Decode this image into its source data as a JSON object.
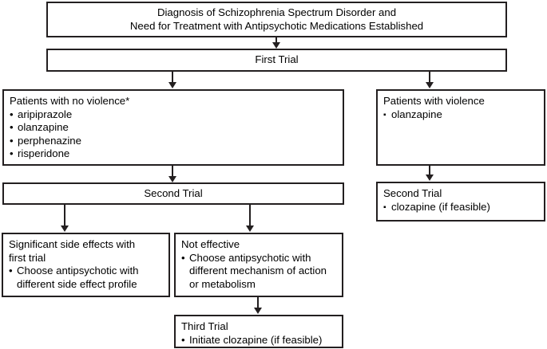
{
  "diagram": {
    "title": "Schizophrenia Spectrum Disorder antipsychotic treatment algorithm",
    "line_color": "#231f20",
    "background": "#ffffff",
    "nodes": {
      "diagnosis": {
        "line1": "Diagnosis of Schizophrenia Spectrum Disorder and",
        "line2": "Need for Treatment with Antipsychotic Medications Established"
      },
      "first_trial": {
        "label": "First Trial"
      },
      "no_violence": {
        "heading": "Patients with no violence*",
        "bullet": "•",
        "items": [
          "aripiprazole",
          "olanzapine",
          "perphenazine",
          "risperidone"
        ]
      },
      "violence": {
        "heading": "Patients with violence",
        "bullet": "▪",
        "items": [
          "olanzapine"
        ]
      },
      "second_trial_left": {
        "label": "Second Trial"
      },
      "second_trial_right": {
        "heading": "Second Trial",
        "bullet": "▪",
        "items": [
          "clozapine (if feasible)"
        ]
      },
      "significant_side_effects": {
        "heading_line1": "Significant side effects with",
        "heading_line2": "first trial",
        "bullet": "•",
        "item_line1": "Choose antipsychotic with",
        "item_line2": "different side effect profile"
      },
      "not_effective": {
        "heading": "Not effective",
        "bullet": "•",
        "item_line1": "Choose antipsychotic with",
        "item_line2": "different mechanism of action",
        "item_line3": "or metabolism"
      },
      "third_trial": {
        "heading": "Third Trial",
        "bullet": "•",
        "items": [
          "Initiate clozapine (if feasible)"
        ]
      }
    }
  }
}
